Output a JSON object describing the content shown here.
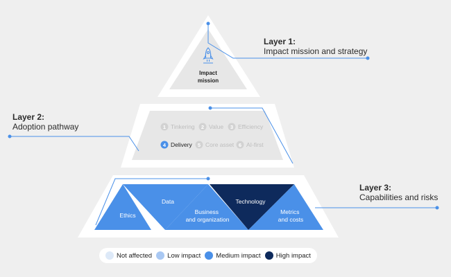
{
  "layers": [
    {
      "title": "Layer 1:",
      "description": "Impact mission and strategy"
    },
    {
      "title": "Layer 2:",
      "description": "Adoption pathway"
    },
    {
      "title": "Layer 3:",
      "description": "Capabilities and risks"
    }
  ],
  "mission": {
    "label_line1": "Impact",
    "label_line2": "mission",
    "icon": "rocket-icon"
  },
  "pathway": {
    "stages": [
      {
        "number": "1",
        "label": "Tinkering",
        "active": false
      },
      {
        "number": "2",
        "label": "Value",
        "active": false
      },
      {
        "number": "3",
        "label": "Efficiency",
        "active": false
      },
      {
        "number": "4",
        "label": "Delivery",
        "active": true
      },
      {
        "number": "5",
        "label": "Core asset",
        "active": false
      },
      {
        "number": "6",
        "label": "AI-first",
        "active": false
      }
    ]
  },
  "capabilities": [
    {
      "lines": [
        "Ethics"
      ],
      "impact": "medium"
    },
    {
      "lines": [
        "Data"
      ],
      "impact": "medium"
    },
    {
      "lines": [
        "Business",
        "and organization"
      ],
      "impact": "medium"
    },
    {
      "lines": [
        "Technology"
      ],
      "impact": "high"
    },
    {
      "lines": [
        "Metrics",
        "and costs"
      ],
      "impact": "medium"
    }
  ],
  "legend": [
    {
      "label": "Not affected",
      "color": "#dde9f8"
    },
    {
      "label": "Low impact",
      "color": "#a9c8f3"
    },
    {
      "label": "Medium impact",
      "color": "#4a90e8"
    },
    {
      "label": "High impact",
      "color": "#0e2a5c"
    }
  ],
  "colors": {
    "accent": "#4a90e8",
    "dark": "#0e2a5c",
    "pyramid_band": "#ffffff",
    "pyramid_inner": "#e7e7e7",
    "inactive_text": "#bdbdbd",
    "active_text": "#222222"
  }
}
